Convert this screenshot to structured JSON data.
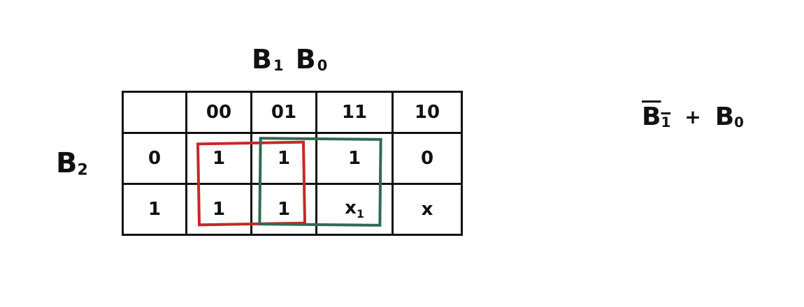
{
  "diagram": {
    "column_variables": {
      "first": "B",
      "first_sub": "1",
      "second": "B",
      "second_sub": "0"
    },
    "row_variable": {
      "name": "B",
      "sub": "2"
    },
    "column_headers": [
      "00",
      "01",
      "11",
      "10"
    ],
    "rows": [
      {
        "label": "0",
        "cells": [
          "1",
          "1",
          "1",
          "0"
        ]
      },
      {
        "label": "1",
        "cells": [
          "1",
          "1",
          "x",
          "x"
        ]
      }
    ],
    "annotation": {
      "cell_row": 1,
      "cell_col": 2,
      "text": "1"
    },
    "groups": [
      {
        "name": "red-group",
        "color": "#c62828",
        "covers": "B1 = 0"
      },
      {
        "name": "green-group",
        "color": "#2e6b4f",
        "covers": "B0 = 1"
      }
    ],
    "result": {
      "term1": "B",
      "term1_sub": "1",
      "term1_negated": true,
      "operator": "+",
      "term2": "B",
      "term2_sub": "0"
    }
  }
}
